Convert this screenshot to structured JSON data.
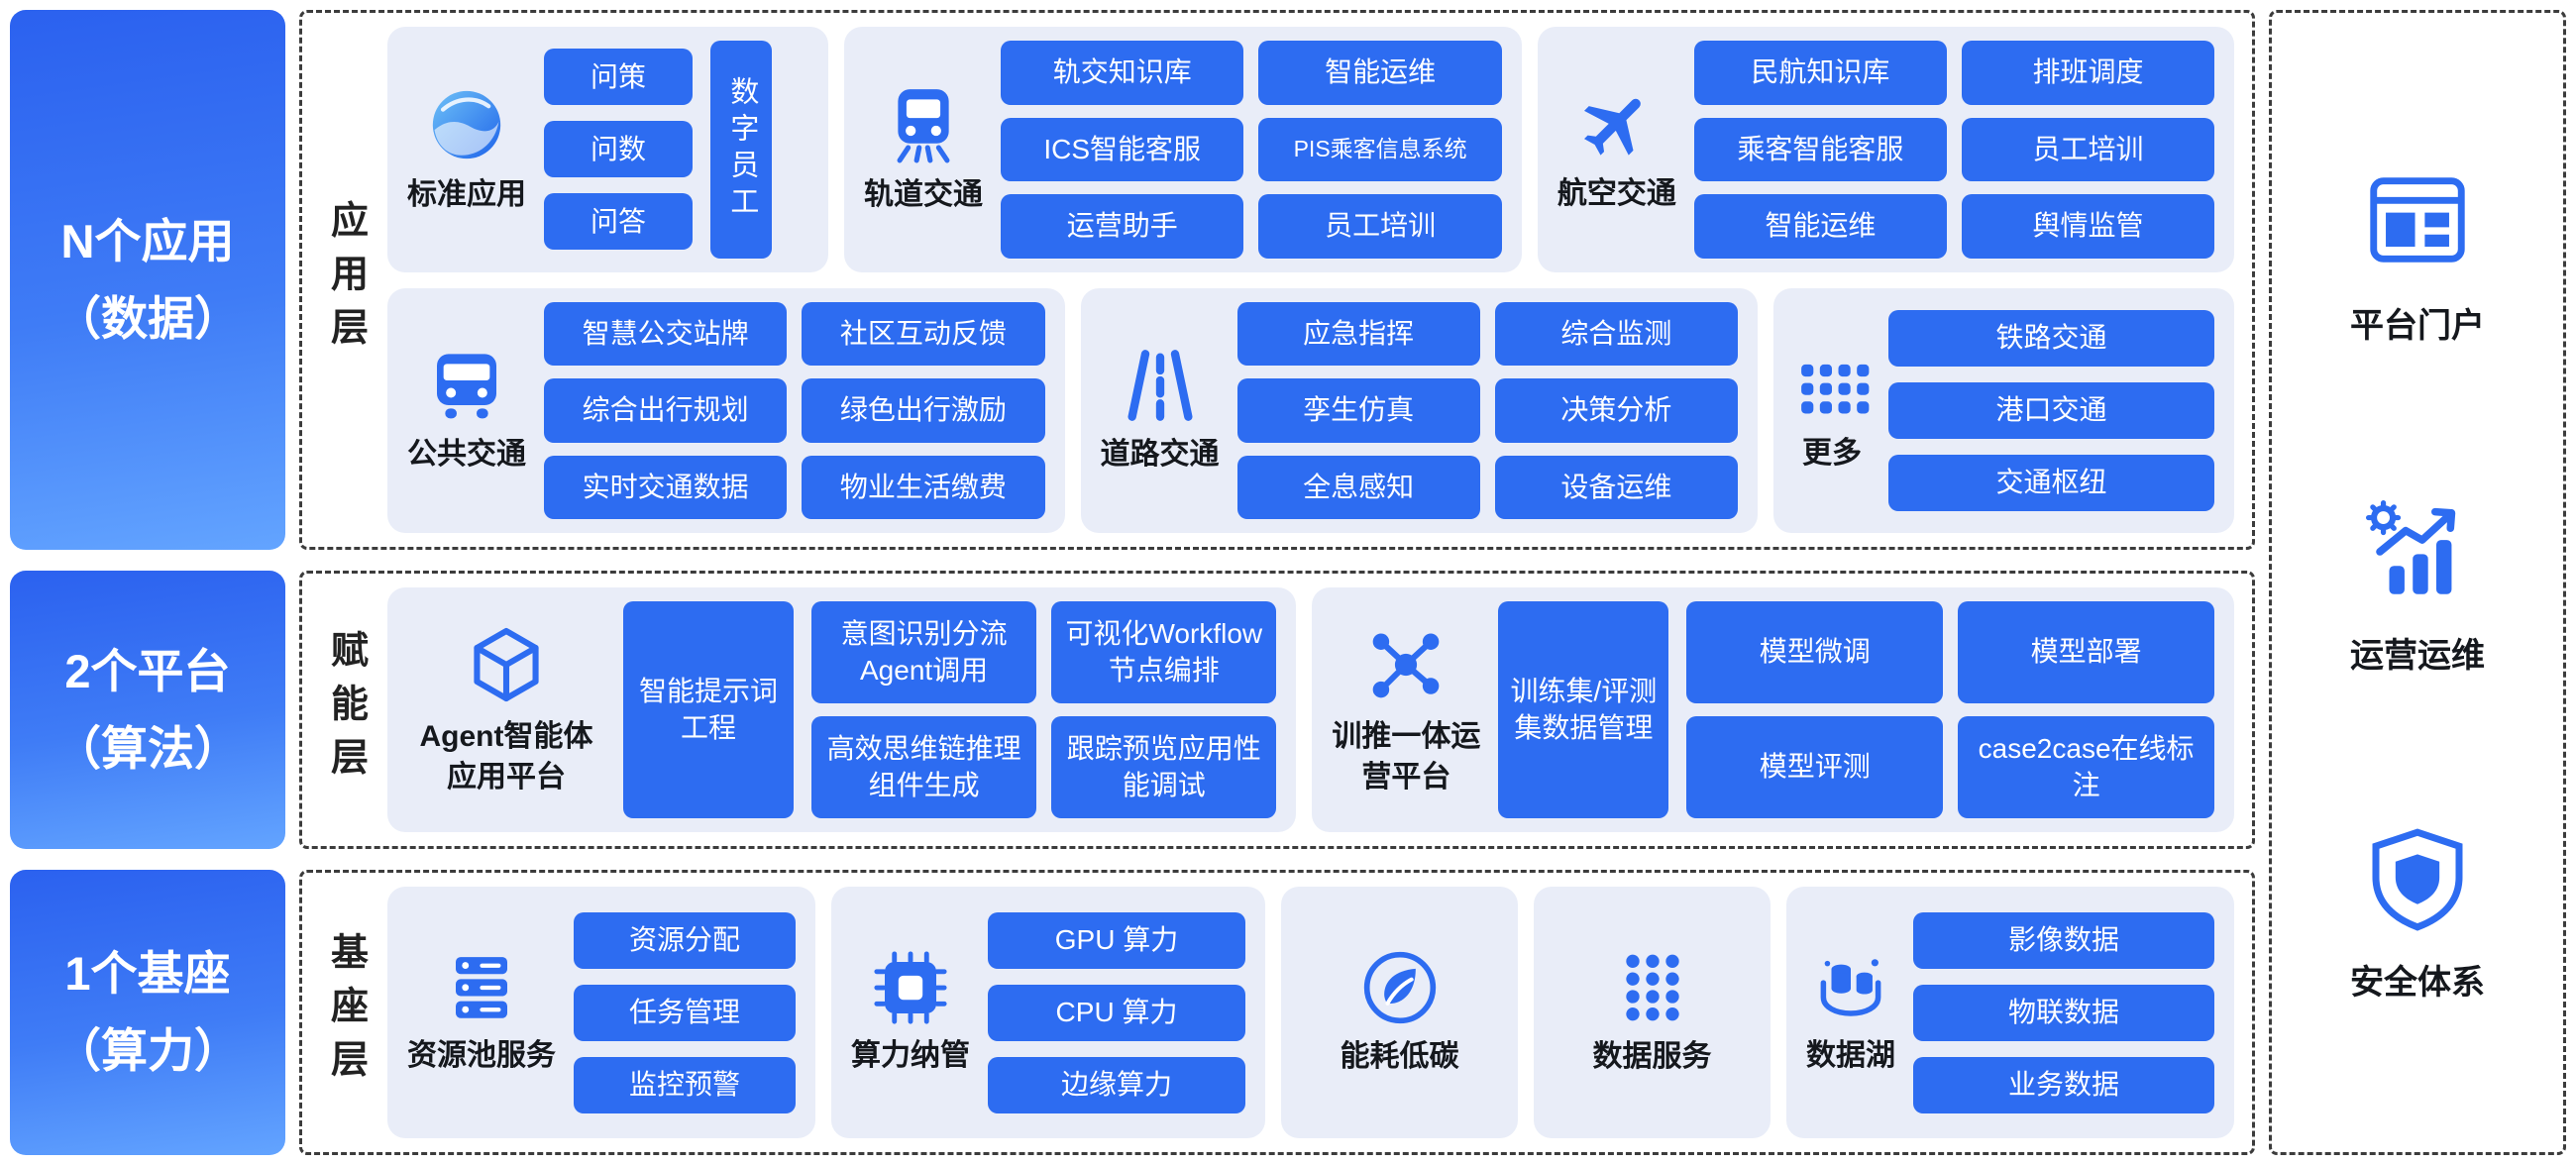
{
  "rail": {
    "r0": {
      "l1": "N个应用",
      "l2": "（数据）"
    },
    "r1": {
      "l1": "2个平台",
      "l2": "（算法）"
    },
    "r2": {
      "l1": "1个基座",
      "l2": "（算力）"
    }
  },
  "labels": {
    "app": "应用层",
    "enable": "赋能层",
    "base": "基座层"
  },
  "app": {
    "std": {
      "title": "标准应用",
      "b": [
        "问策",
        "问数",
        "问答"
      ],
      "v": "数字员工"
    },
    "railt": {
      "title": "轨道交通",
      "b": [
        "轨交知识库",
        "智能运维",
        "ICS智能客服",
        "PIS乘客信息系统",
        "运营助手",
        "员工培训"
      ]
    },
    "avia": {
      "title": "航空交通",
      "b": [
        "民航知识库",
        "排班调度",
        "乘客智能客服",
        "员工培训",
        "智能运维",
        "舆情监管"
      ]
    },
    "pub": {
      "title": "公共交通",
      "b": [
        "智慧公交站牌",
        "社区互动反馈",
        "综合出行规划",
        "绿色出行激励",
        "实时交通数据",
        "物业生活缴费"
      ]
    },
    "road": {
      "title": "道路交通",
      "b": [
        "应急指挥",
        "综合监测",
        "孪生仿真",
        "决策分析",
        "全息感知",
        "设备运维"
      ]
    },
    "more": {
      "title": "更多",
      "b": [
        "铁路交通",
        "港口交通",
        "交通枢纽"
      ]
    }
  },
  "mid": {
    "agent": {
      "title": "Agent智能体应用平台",
      "tall": "智能提示词工程",
      "b": [
        "意图识别分流Agent调用",
        "可视化Workflow节点编排",
        "高效思维链推理组件生成",
        "跟踪预览应用性能调试"
      ]
    },
    "train": {
      "title": "训推一体运营平台",
      "tall": "训练集/评测集数据管理",
      "b": [
        "模型微调",
        "模型部署",
        "模型评测",
        "case2case在线标注"
      ]
    }
  },
  "base": {
    "pool": {
      "title": "资源池服务",
      "b": [
        "资源分配",
        "任务管理",
        "监控预警"
      ]
    },
    "comp": {
      "title": "算力纳管",
      "b": [
        "GPU 算力",
        "CPU 算力",
        "边缘算力"
      ]
    },
    "energy": {
      "title": "能耗低碳"
    },
    "dserv": {
      "title": "数据服务"
    },
    "lake": {
      "title": "数据湖",
      "b": [
        "影像数据",
        "物联数据",
        "业务数据"
      ]
    }
  },
  "right": {
    "portal": "平台门户",
    "ops": "运营运维",
    "sec": "安全体系"
  },
  "icons": [
    "sphere-icon",
    "train-icon",
    "plane-icon",
    "bus-icon",
    "road-icon",
    "more-grid-icon",
    "cube-icon",
    "network-icon",
    "server-icon",
    "chip-icon",
    "leaf-icon",
    "dots-grid-icon",
    "data-lake-icon",
    "portal-icon",
    "ops-chart-icon",
    "shield-icon"
  ],
  "colors": {
    "accent": "#2d6cf1",
    "card_bg": "#e9edf8",
    "rail_gradient_top": "#2b61ef",
    "rail_gradient_bottom": "#63a4ff",
    "dashed_border": "#3c3c3c",
    "ink": "#15181d"
  }
}
